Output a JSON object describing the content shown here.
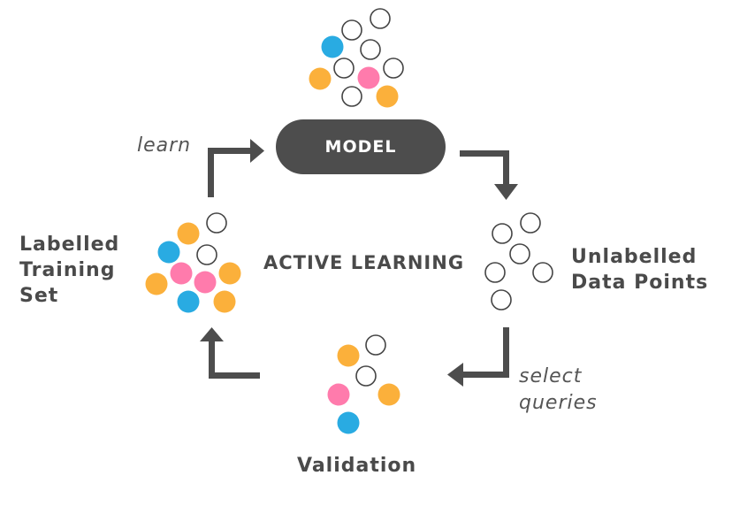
{
  "title": "ACTIVE LEARNING",
  "model": {
    "label": "MODEL"
  },
  "nodes": {
    "unlabelled": {
      "label_lines": [
        "Unlabelled",
        "Data Points"
      ]
    },
    "validation": {
      "label": "Validation"
    },
    "labelled": {
      "label_lines": [
        "Labelled",
        "Training",
        "Set"
      ]
    }
  },
  "edges": {
    "learn": "learn",
    "select_queries": [
      "select",
      "queries"
    ]
  },
  "colors": {
    "dark": "#4d4d4d",
    "blue": "#29abe2",
    "orange": "#fbb03b",
    "pink": "#ff7bac",
    "empty_stroke": "#444444"
  },
  "clusters": {
    "model": [
      "empty",
      "empty",
      "blue",
      "empty",
      "orange",
      "empty",
      "pink",
      "empty",
      "empty",
      "orange"
    ],
    "labelled": [
      "empty",
      "orange",
      "blue",
      "empty",
      "pink",
      "pink",
      "orange",
      "orange",
      "blue",
      "orange"
    ],
    "unlabelled": [
      "empty",
      "empty",
      "empty",
      "empty",
      "empty",
      "empty"
    ],
    "validation": [
      "orange",
      "empty",
      "empty",
      "pink",
      "orange",
      "blue"
    ]
  }
}
